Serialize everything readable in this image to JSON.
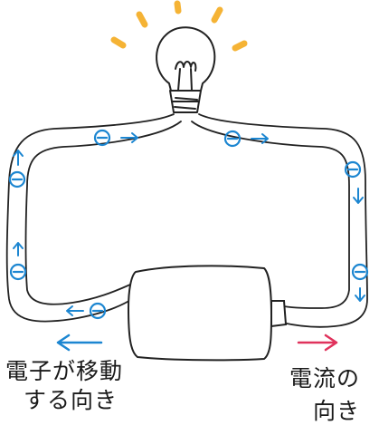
{
  "labels": {
    "electron_direction_line1": "電子が移動",
    "electron_direction_line2": "する向き",
    "current_direction_line1": "電流の",
    "current_direction_line2": "向き"
  },
  "electron_symbol": "−",
  "colors": {
    "wire_outline": "#222222",
    "electron": "#1c86d1",
    "electron_arrow": "#1c86d1",
    "current_arrow": "#e0325c",
    "bulb_glow": "#f5b335",
    "battery_outline": "#222222"
  },
  "icons": {
    "bulb": "light-bulb-icon",
    "battery": "battery-icon",
    "electron": "electron-icon",
    "glow": "glow-ray-icon"
  }
}
